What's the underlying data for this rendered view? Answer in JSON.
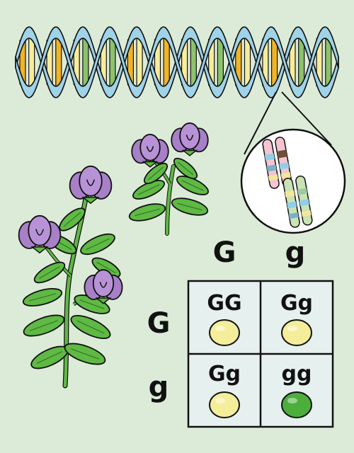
{
  "colors": {
    "background": "#dcebd8",
    "dna_strand": "#9fd3e8",
    "base_orange": "#f0b427",
    "base_yellow": "#f6ec9c",
    "base_green": "#8cc26c",
    "base_purple": "#8b86c0",
    "flower": "#a780c8",
    "leaf": "#5fb944",
    "seed_yellow": "#f4ee9b",
    "seed_green": "#4caf3c",
    "grid_cell": "#e6f0ef",
    "outline": "#111111"
  },
  "punnett": {
    "top_alleles": [
      "G",
      "g"
    ],
    "side_alleles": [
      "G",
      "g"
    ],
    "cells": [
      {
        "genotype": "GG",
        "seed": "yellow"
      },
      {
        "genotype": "Gg",
        "seed": "yellow"
      },
      {
        "genotype": "Gg",
        "seed": "yellow"
      },
      {
        "genotype": "gg",
        "seed": "green"
      }
    ]
  },
  "icons": [
    "dna-helix-icon",
    "chromosome-icon",
    "pea-plant-icon",
    "pea-seed-icon"
  ]
}
